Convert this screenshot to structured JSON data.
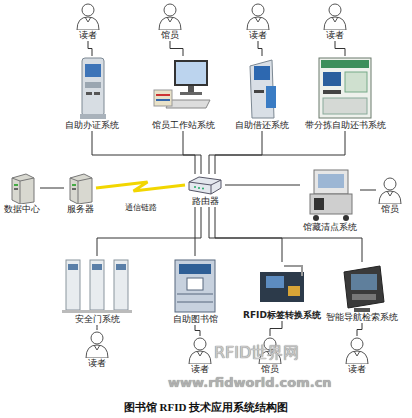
{
  "diagram": {
    "caption": "图书馆 RFID 技术应用系统结构图",
    "nodes": [
      {
        "text": [
          "读者"
        ]
      },
      {
        "text": [
          "馆员"
        ]
      },
      {
        "text": [
          "读者"
        ]
      },
      {
        "text": [
          "读者"
        ]
      },
      {
        "text": [
          "自助办证系统"
        ]
      },
      {
        "text": [
          "馆员工作站系统"
        ]
      },
      {
        "text": [
          "自助借还系统"
        ]
      },
      {
        "text": [
          "带分拣自助还书系统"
        ]
      },
      {
        "text": [
          "数据中心"
        ]
      },
      {
        "text": [
          "服务器"
        ]
      },
      {
        "text": [
          "路由器"
        ]
      },
      {
        "text": [
          "馆藏清点系统"
        ]
      },
      {
        "text": [
          "馆员"
        ]
      },
      {
        "text": [
          "安全门系统"
        ]
      },
      {
        "text": [
          "自助图书馆"
        ]
      },
      {
        "text": [
          "RFID标签转换系统"
        ]
      },
      {
        "text": [
          "智能导航检索系统"
        ]
      },
      {
        "text": [
          "读者"
        ]
      },
      {
        "text": [
          "读者"
        ]
      },
      {
        "text": [
          "馆员"
        ]
      },
      {
        "text": [
          "读者"
        ]
      }
    ],
    "edges": [
      {
        "from": 0,
        "to": 4,
        "arrow": "none"
      },
      {
        "from": 1,
        "to": 5,
        "arrow": "none"
      },
      {
        "from": 2,
        "to": 6,
        "arrow": "none"
      },
      {
        "from": 3,
        "to": 7,
        "arrow": "none"
      },
      {
        "from": 4,
        "to": 10,
        "arrow": "none"
      },
      {
        "from": 5,
        "to": 10,
        "arrow": "none"
      },
      {
        "from": 6,
        "to": 10,
        "arrow": "none"
      },
      {
        "from": 7,
        "to": 10,
        "arrow": "none"
      },
      {
        "from": 8,
        "to": 9,
        "arrow": "none"
      },
      {
        "from": 9,
        "to": 10,
        "label": "通信链路",
        "arrow": "none"
      },
      {
        "from": 10,
        "to": 11,
        "arrow": "none"
      },
      {
        "from": 11,
        "to": 12,
        "arrow": "none"
      },
      {
        "from": 10,
        "to": 13,
        "arrow": "none"
      },
      {
        "from": 10,
        "to": 14,
        "arrow": "none"
      },
      {
        "from": 10,
        "to": 15,
        "arrow": "none"
      },
      {
        "from": 10,
        "to": 16,
        "arrow": "none"
      },
      {
        "from": 13,
        "to": 17,
        "arrow": "none"
      },
      {
        "from": 14,
        "to": 18,
        "arrow": "none"
      },
      {
        "from": 15,
        "to": 19,
        "arrow": "none"
      },
      {
        "from": 16,
        "to": 20,
        "arrow": "none"
      }
    ],
    "labels": [
      "RFID世界网",
      "www.rfidworld.com.cn"
    ]
  }
}
